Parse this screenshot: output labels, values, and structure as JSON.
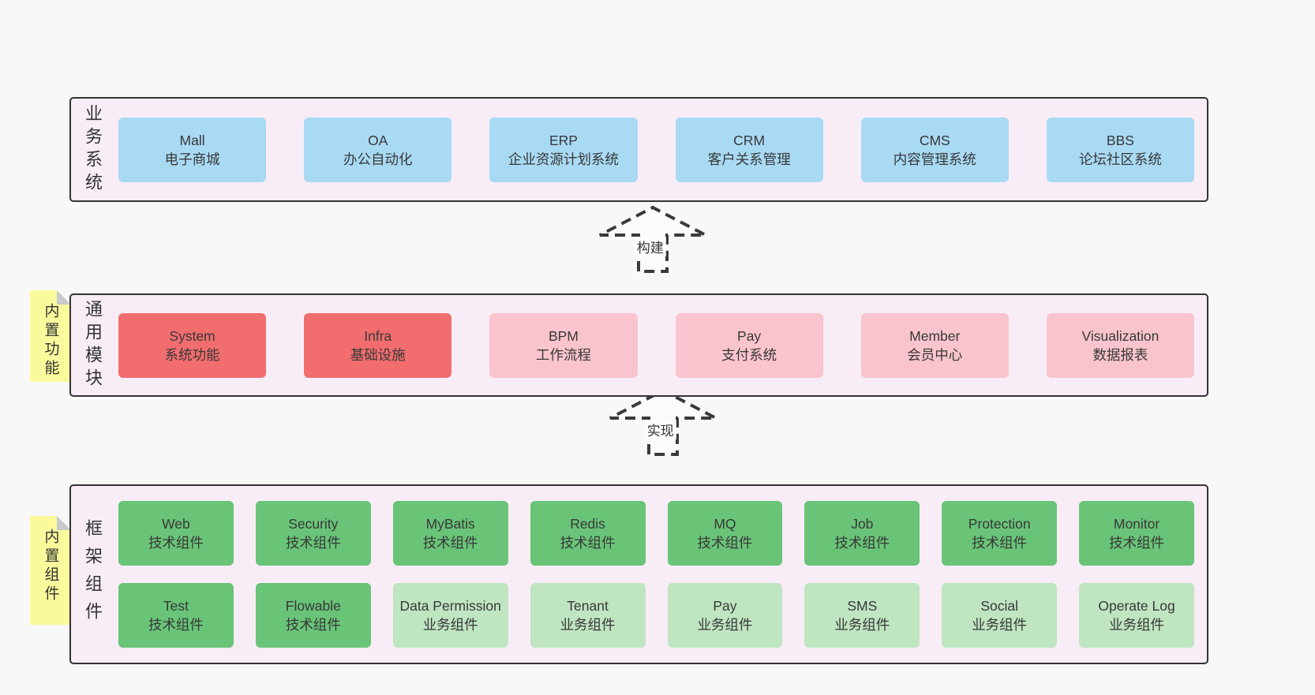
{
  "colors": {
    "page_bg": "#f8f8f8",
    "panel_bg": "#f8edf6",
    "panel_border": "#333333",
    "blue_box": "#a9daf4",
    "red_box": "#f26d6e",
    "pink_box": "#f9c4cd",
    "green_dark_box": "#69c478",
    "green_light_box": "#bfe5c1",
    "note_bg": "#fafa9d",
    "note_fold": "#c9c9c9",
    "text": "#3b3b3b"
  },
  "layers": {
    "business": {
      "label": "业务系统",
      "boxes": [
        {
          "name": "Mall",
          "desc": "电子商城"
        },
        {
          "name": "OA",
          "desc": "办公自动化"
        },
        {
          "name": "ERP",
          "desc": "企业资源计划系统"
        },
        {
          "name": "CRM",
          "desc": "客户关系管理"
        },
        {
          "name": "CMS",
          "desc": "内容管理系统"
        },
        {
          "name": "BBS",
          "desc": "论坛社区系统"
        }
      ]
    },
    "modules": {
      "label": "通用模块",
      "note": "内置功能",
      "boxes": [
        {
          "name": "System",
          "desc": "系统功能"
        },
        {
          "name": "Infra",
          "desc": "基础设施"
        },
        {
          "name": "BPM",
          "desc": "工作流程"
        },
        {
          "name": "Pay",
          "desc": "支付系统"
        },
        {
          "name": "Member",
          "desc": "会员中心"
        },
        {
          "name": "Visualization",
          "desc": "数据报表"
        }
      ]
    },
    "components": {
      "label": "框架组件",
      "note": "内置组件",
      "row1": [
        {
          "name": "Web",
          "desc": "技术组件"
        },
        {
          "name": "Security",
          "desc": "技术组件"
        },
        {
          "name": "MyBatis",
          "desc": "技术组件"
        },
        {
          "name": "Redis",
          "desc": "技术组件"
        },
        {
          "name": "MQ",
          "desc": "技术组件"
        },
        {
          "name": "Job",
          "desc": "技术组件"
        },
        {
          "name": "Protection",
          "desc": "技术组件"
        },
        {
          "name": "Monitor",
          "desc": "技术组件"
        }
      ],
      "row2": [
        {
          "name": "Test",
          "desc": "技术组件"
        },
        {
          "name": "Flowable",
          "desc": "技术组件"
        },
        {
          "name": "Data Permission",
          "desc": "业务组件"
        },
        {
          "name": "Tenant",
          "desc": "业务组件"
        },
        {
          "name": "Pay",
          "desc": "业务组件"
        },
        {
          "name": "SMS",
          "desc": "业务组件"
        },
        {
          "name": "Social",
          "desc": "业务组件"
        },
        {
          "name": "Operate Log",
          "desc": "业务组件"
        }
      ]
    }
  },
  "arrows": [
    {
      "label": "构建"
    },
    {
      "label": "实现"
    }
  ]
}
